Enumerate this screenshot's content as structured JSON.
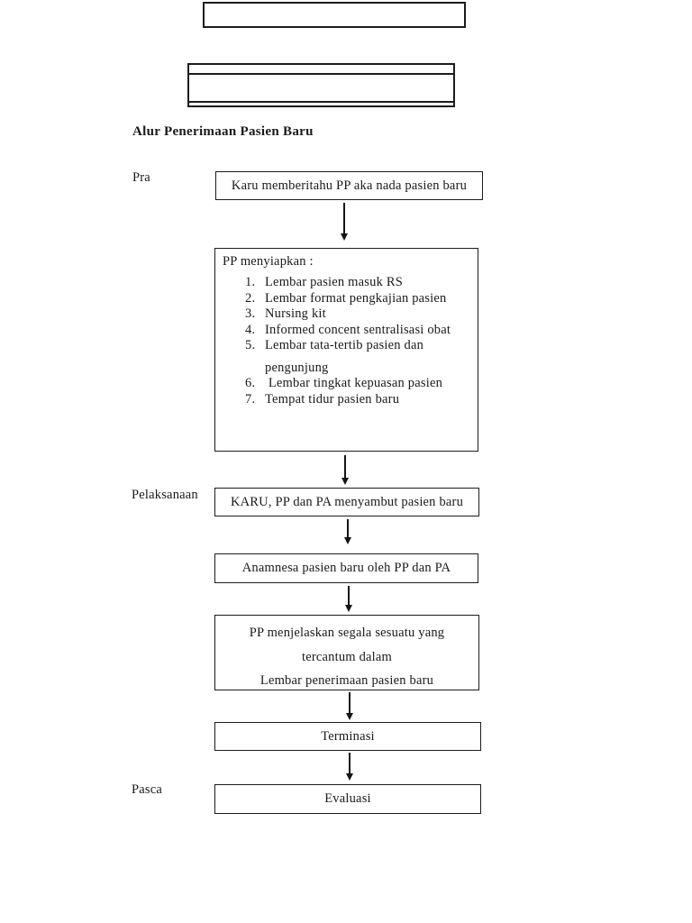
{
  "document": {
    "heading": "Alur Penerimaan Pasien Baru"
  },
  "stage_labels": {
    "pra": "Pra",
    "pelaksanaan": "Pelaksanaan",
    "pasca": "Pasca"
  },
  "flow": {
    "notify_box": "Karu memberitahu PP aka nada pasien baru",
    "prep_box": {
      "title": "PP menyiapkan :",
      "items": [
        {
          "num": "1.",
          "text": "Lembar pasien masuk RS"
        },
        {
          "num": "2.",
          "text": "Lembar format pengkajian pasien"
        },
        {
          "num": "3.",
          "text": "Nursing kit"
        },
        {
          "num": "4.",
          "text": "Informed concent sentralisasi obat"
        },
        {
          "num": "5.",
          "text": "Lembar tata-tertib pasien dan",
          "continuation": "pengunjung"
        },
        {
          "num": "6.",
          "text": " Lembar tingkat kepuasan pasien"
        },
        {
          "num": "7.",
          "text": "Tempat tidur pasien baru"
        }
      ]
    },
    "welcome_box": "KARU, PP dan PA menyambut pasien baru",
    "anamnesa_box": "Anamnesa pasien baru oleh PP dan PA",
    "explain_box": {
      "line1": "PP menjelaskan segala sesuatu yang",
      "line2": "tercantum dalam",
      "line3": "Lembar penerimaan pasien baru"
    },
    "terminasi_box": "Terminasi",
    "evaluasi_box": "Evaluasi"
  }
}
